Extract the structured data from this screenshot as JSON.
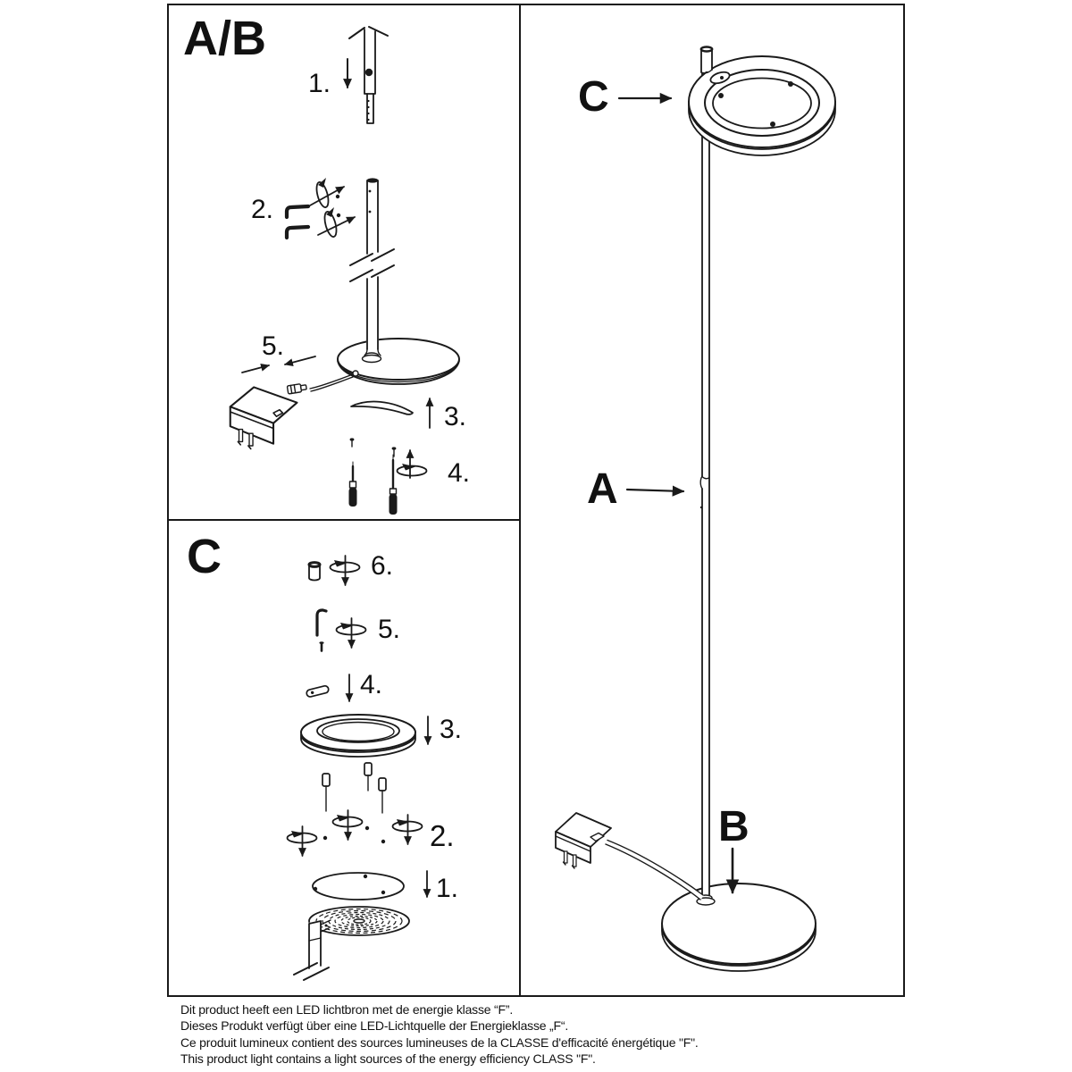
{
  "colors": {
    "line": "#1a1a1a",
    "background": "#ffffff"
  },
  "panel_ab": {
    "title": "A/B",
    "steps": {
      "s1": "1.",
      "s2": "2.",
      "s3": "3.",
      "s4": "4.",
      "s5": "5."
    }
  },
  "panel_c": {
    "title": "C",
    "steps": {
      "s1": "1.",
      "s2": "2.",
      "s3": "3.",
      "s4": "4.",
      "s5": "5.",
      "s6": "6."
    }
  },
  "overview": {
    "head_label": "C",
    "pole_label": "A",
    "base_label": "B"
  },
  "footer": {
    "nl": "Dit product heeft een LED lichtbron met de energie klasse “F”.",
    "de": "Dieses Produkt verfügt über eine LED-Lichtquelle der Energieklasse „F“.",
    "fr": "Ce produit lumineux contient des sources lumineuses de la CLASSE d'efficacité énergétique \"F\".",
    "en": "This product light contains a light sources of the energy efficiency CLASS \"F\"."
  }
}
